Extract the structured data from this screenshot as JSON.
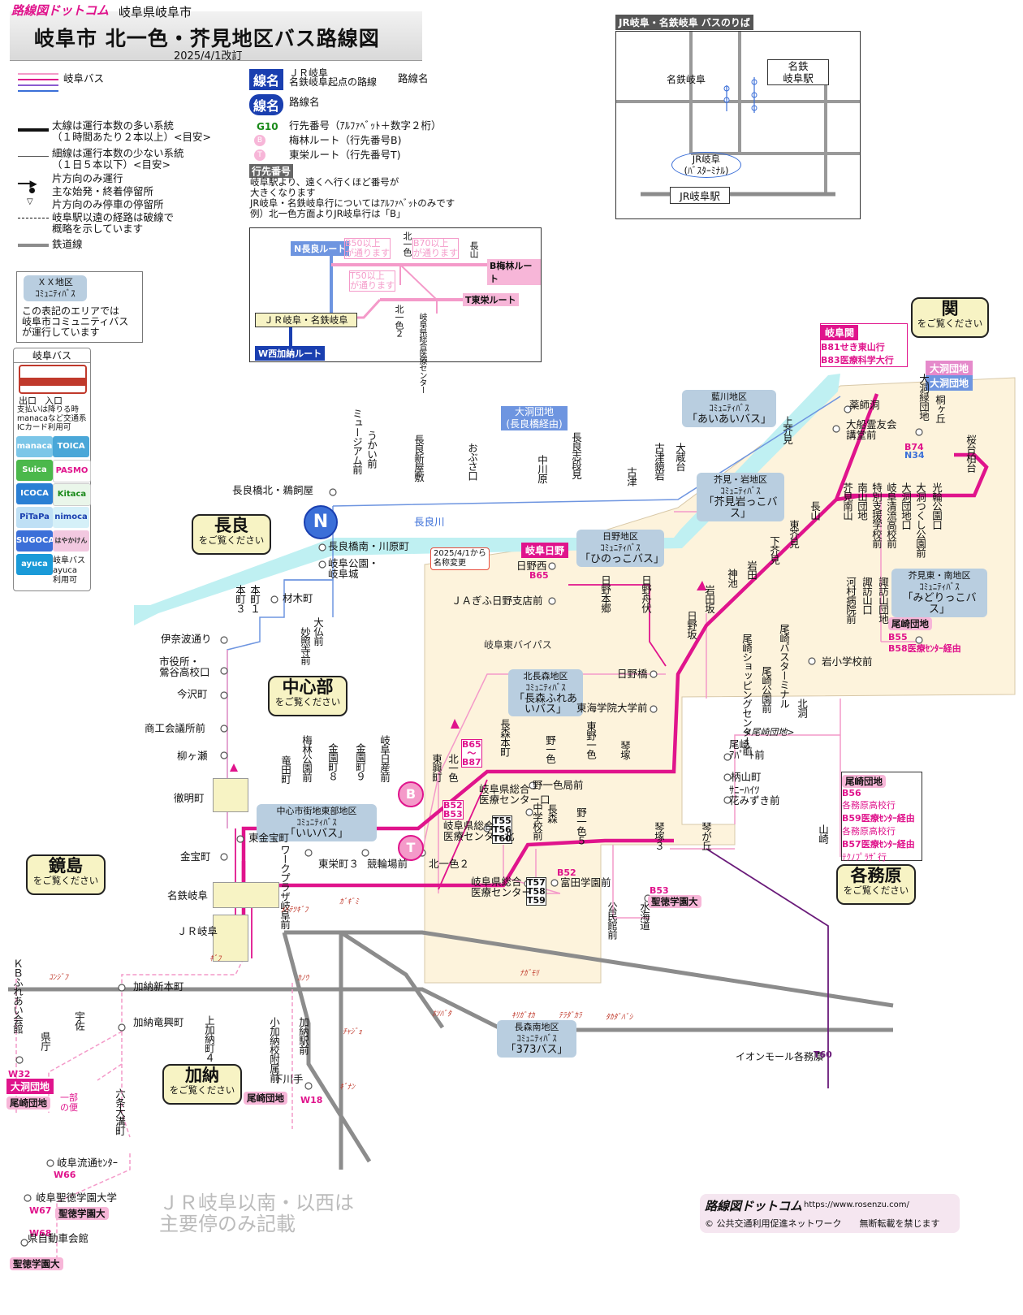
{
  "header": {
    "site_logo": "路線図ドットコム",
    "prefecture": "岐阜県岐阜市",
    "title": "岐阜市 北一色・芥見地区バス路線図",
    "date": "2025/4/1改訂"
  },
  "legend": {
    "gifu_bus": "岐阜バス",
    "route_name_jr": "ＪＲ岐阜\n名鉄岐阜起点の路線",
    "route_name": "路線名",
    "thick_line": "太線は運行本数の多い系統\n（１時間あたり２本以上）<目安>",
    "thin_line": "細線は運行本数の少ない系統\n（１日５本以下）<目安>",
    "one_way": "片方向のみ運行",
    "main_stop": "主な始発・終着停留所",
    "one_way_stop": "片方向のみ停車の停留所",
    "dashed": "岐阜駅以遠の経路は破線で\n概略を示しています",
    "railway": "鉄道線",
    "sample_badge": "線名",
    "sample_code": "G10",
    "code_desc": "行先番号（ｱﾙﾌｧﾍﾞｯﾄ＋数字２桁）",
    "b_desc": "梅林ルート（行先番号B)",
    "t_desc": "東栄ルート（行先番号T)",
    "dest_header": "行先番号",
    "dest_text": "岐阜駅より、遠くへ行くほど番号が\n大きくなります\nJR岐阜・名鉄岐阜行についてはｱﾙﾌｧﾍﾞｯﾄのみです\n例）北一色方面よりJR岐阜行は「B」",
    "xx_area": "ＸＸ地区\nｺﾐｭﾆﾃｨﾊﾞｽ",
    "xx_desc": "この表記のエリアでは\n岐阜市コミュニティバス\nが運行しています",
    "bus_box_title": "岐阜バス",
    "exit": "出口",
    "entrance": "入口",
    "pay_note": "支払いは降りる時\nmanacaなど交通系\nICカード利用可",
    "cards": [
      "manaca",
      "TOICA",
      "Suica",
      "PASMO",
      "ICOCA",
      "Kitaca",
      "PiTaPa",
      "nimoca",
      "SUGOCA",
      "はやかけん",
      "ayuca"
    ],
    "ayuca_note": "岐阜バス\nayuca\n利用可"
  },
  "inset_route": {
    "n_route": "N長良ルート",
    "b50": "B50以上\nが通ります",
    "b70": "B70以上\nが通ります",
    "t50": "T50以上\nが通ります",
    "b_route": "B梅林ルート",
    "t_route": "T東栄ルート",
    "w_route": "W西加納ルート",
    "jr": "ＪＲ岐阜・名鉄岐阜",
    "kita": "北一色",
    "nagayama": "長山",
    "kita2": "北一色２",
    "center": "岐阜県総合医療センター"
  },
  "inset_station": {
    "title": "JR岐阜・名鉄岐阜 バスのりば",
    "meitetsu_label": "名鉄岐阜",
    "meitetsu_station": "名鉄\n岐阜駅",
    "jr_terminal": "JR岐阜\n(ﾊﾞｽﾀｰﾐﾅﾙ)",
    "jr_station": "JR岐阜駅"
  },
  "areas": [
    {
      "name": "関",
      "see": "をご覧ください"
    },
    {
      "name": "長良",
      "see": "をご覧ください"
    },
    {
      "name": "中心部",
      "see": "をご覧ください"
    },
    {
      "name": "鏡島",
      "see": "をご覧ください"
    },
    {
      "name": "加納",
      "see": "をご覧ください"
    },
    {
      "name": "各務原",
      "see": "をご覧ください"
    }
  ],
  "community": [
    {
      "area": "藍川地区\nｺﾐｭﾆﾃｨﾊﾞｽ",
      "name": "「あいあいバス」"
    },
    {
      "area": "芥見・岩地区\nｺﾐｭﾆﾃｨﾊﾞｽ",
      "name": "「芥見岩っこバス」"
    },
    {
      "area": "日野地区\nｺﾐｭﾆﾃｨﾊﾞｽ",
      "name": "「ひのっこバス」"
    },
    {
      "area": "芥見東・南地区\nｺﾐｭﾆﾃｨﾊﾞｽ",
      "name": "「みどりっこバス」"
    },
    {
      "area": "北長森地区\nｺﾐｭﾆﾃｨﾊﾞｽ",
      "name": "「長森ふれあ\nいバス」"
    },
    {
      "area": "中心市街地東部地区\nｺﾐｭﾆﾃｨﾊﾞｽ",
      "name": "「いいバス」"
    },
    {
      "area": "長森南地区\nｺﾐｭﾆﾃｨﾊﾞｽ",
      "name": "「373バス」"
    }
  ],
  "labels": {
    "seki_box_title": "岐阜関",
    "b81": "B81せき東山行",
    "b83": "B83医療科学大行",
    "daidou": "大洞団地",
    "daidou_via": "大洞団地\n(長良橋経由)",
    "nagara_river": "長良川",
    "rename": "2025/4/1から\n名称変更",
    "gifu_bypass": "岐阜東バイパス",
    "gifu_hino": "岐阜日野",
    "b65": "B65",
    "b74": "B74",
    "n34": "N34",
    "b55": "B55",
    "b58": "B58医療ｾﾝﾀｰ経由",
    "osaki_danchi": "尾崎団地",
    "b65b87": "B65\n〜\nB87",
    "b52b53": "B52\nB53",
    "t55": "T55\nT56\nT60",
    "t57": "T57\nT58\nT59",
    "b52": "B52",
    "b53": "B53",
    "seitoku": "聖徳学園大",
    "b56": "B56",
    "b56d": "各務原高校行",
    "b59": "B59医療ｾﾝﾀｰ経由",
    "b59d": "各務原高校行",
    "b57": "B57医療ｾﾝﾀｰ経由",
    "b57d": "ﾃｸﾉﾌﾟﾗｻﾞ行",
    "osaki_via": "<尾崎団地>",
    "t60": "T60",
    "aeon": "イオンモール各務原",
    "w32": "W32",
    "w18": "W18",
    "w66": "W66",
    "w67": "W67",
    "w68": "W68",
    "ichibu": "一部\nの便",
    "south_note": "ＪＲ岐阜以南・以西は\n主要停のみ記載",
    "footer_logo": "路線図ドットコム",
    "footer_url": "https://www.rosenzu.com/",
    "footer_copy": "© 公共交通利用促進ネットワーク　　無断転載を禁じます",
    "tetsumeicho": "徹明町",
    "meitetsu_gifu": "名鉄岐阜",
    "jr_gifu": "ＪＲ岐阜",
    "stop_b": "B",
    "stop_t": "T",
    "north": "N"
  },
  "stops_h": [
    "長良橋北・鵜飼屋",
    "長良橋南・川原町",
    "岐阜公園・\n岐阜城",
    "材木町",
    "伊奈波通り",
    "市役所・\n鶯谷高校口",
    "今沢町",
    "商工会議所前",
    "柳ヶ瀬",
    "金宝町",
    "東金宝町",
    "東栄町３",
    "競輪場前",
    "北一色２",
    "日野西",
    "ＪＡぎふ日野支店前",
    "日野橋",
    "東海学院大学前",
    "岩小学校前",
    "野一色局前",
    "岐阜県総合\n医療センター口",
    "岐阜県総合\n医療センター北",
    "岐阜県総合\n医療センター",
    "富田学園前",
    "尾崎\nｱﾊﾟｰﾄ前",
    "柄山町",
    "ｻﾆｰﾊｲﾂ\n花みずき前",
    "薬師洞",
    "大船霊友会\n講堂前",
    "加納新本町",
    "加納竜興町",
    "下川手",
    "岐阜流通ｾﾝﾀｰ",
    "岐阜聖徳学園大学",
    "県自動車会館"
  ],
  "stops_v": [
    "ミュージアム前",
    "うかい前",
    "長良新屋敷",
    "おぶさ口",
    "中川原",
    "長良志段見",
    "古津",
    "古津鏡岩",
    "大蔵台",
    "上芥見",
    "桐ヶ丘",
    "桜台柏台",
    "大洞緑団地",
    "芥見南山",
    "南山団地",
    "特別支援学校前",
    "岐阜清流高校前",
    "大洞団地口",
    "大洞つくし公園前",
    "光輪公園口",
    "長山",
    "東芥見",
    "下芥見",
    "岩田",
    "神池",
    "岩田坂",
    "日野坂",
    "日野本郷",
    "日野舟伏",
    "河村病院前",
    "諏訪山口",
    "諏訪山団地",
    "尾崎ショッピングセンター前",
    "尾崎公園前",
    "尾崎バスターミナル",
    "北洞",
    "長森本町",
    "野一色",
    "東野一色",
    "琴塚",
    "北一色",
    "東興町",
    "本町３",
    "本町１",
    "妙照寺前",
    "大仏前",
    "竜田町",
    "梅林公園前",
    "金園町８",
    "金園町９",
    "岐阜日産前",
    "ワークプラザ岐阜前",
    "中学校前",
    "長森",
    "野一色５",
    "琴塚３",
    "琴が丘",
    "山崎",
    "水海道",
    "公民館前",
    "ＫＢふれあい会館",
    "県庁",
    "宇佐",
    "上加納町４",
    "小加納校附属前",
    "加納駅前",
    "六条大溝町"
  ],
  "rail_stations": [
    "ﾒｲﾃﾂｷﾞﾌ",
    "ｶﾞｷﾞﾐ",
    "ｷﾞﾌ",
    "ｺﾝｼﾞﾌ",
    "ｶﾉｳ",
    "ﾁｬｼﾞｮ",
    "ｷﾞﾅﾝ",
    "ﾅｶﾞﾓﾘ",
    "ﾎｿﾊﾞﾀ",
    "ｷﾘｶﾞｵｶ",
    "ﾃﾗﾀﾞｶﾗ",
    "ﾀｶﾀﾞﾊﾞｼ"
  ],
  "colors": {
    "magenta": "#e0148c",
    "pink": "#f49ac9",
    "blue": "#3b6fd8",
    "river": "#bff0f2",
    "area": "#fdf3dc",
    "rail": "#8c8c8c",
    "purple": "#6a1b7a",
    "comm_box": "#b9cee0"
  }
}
